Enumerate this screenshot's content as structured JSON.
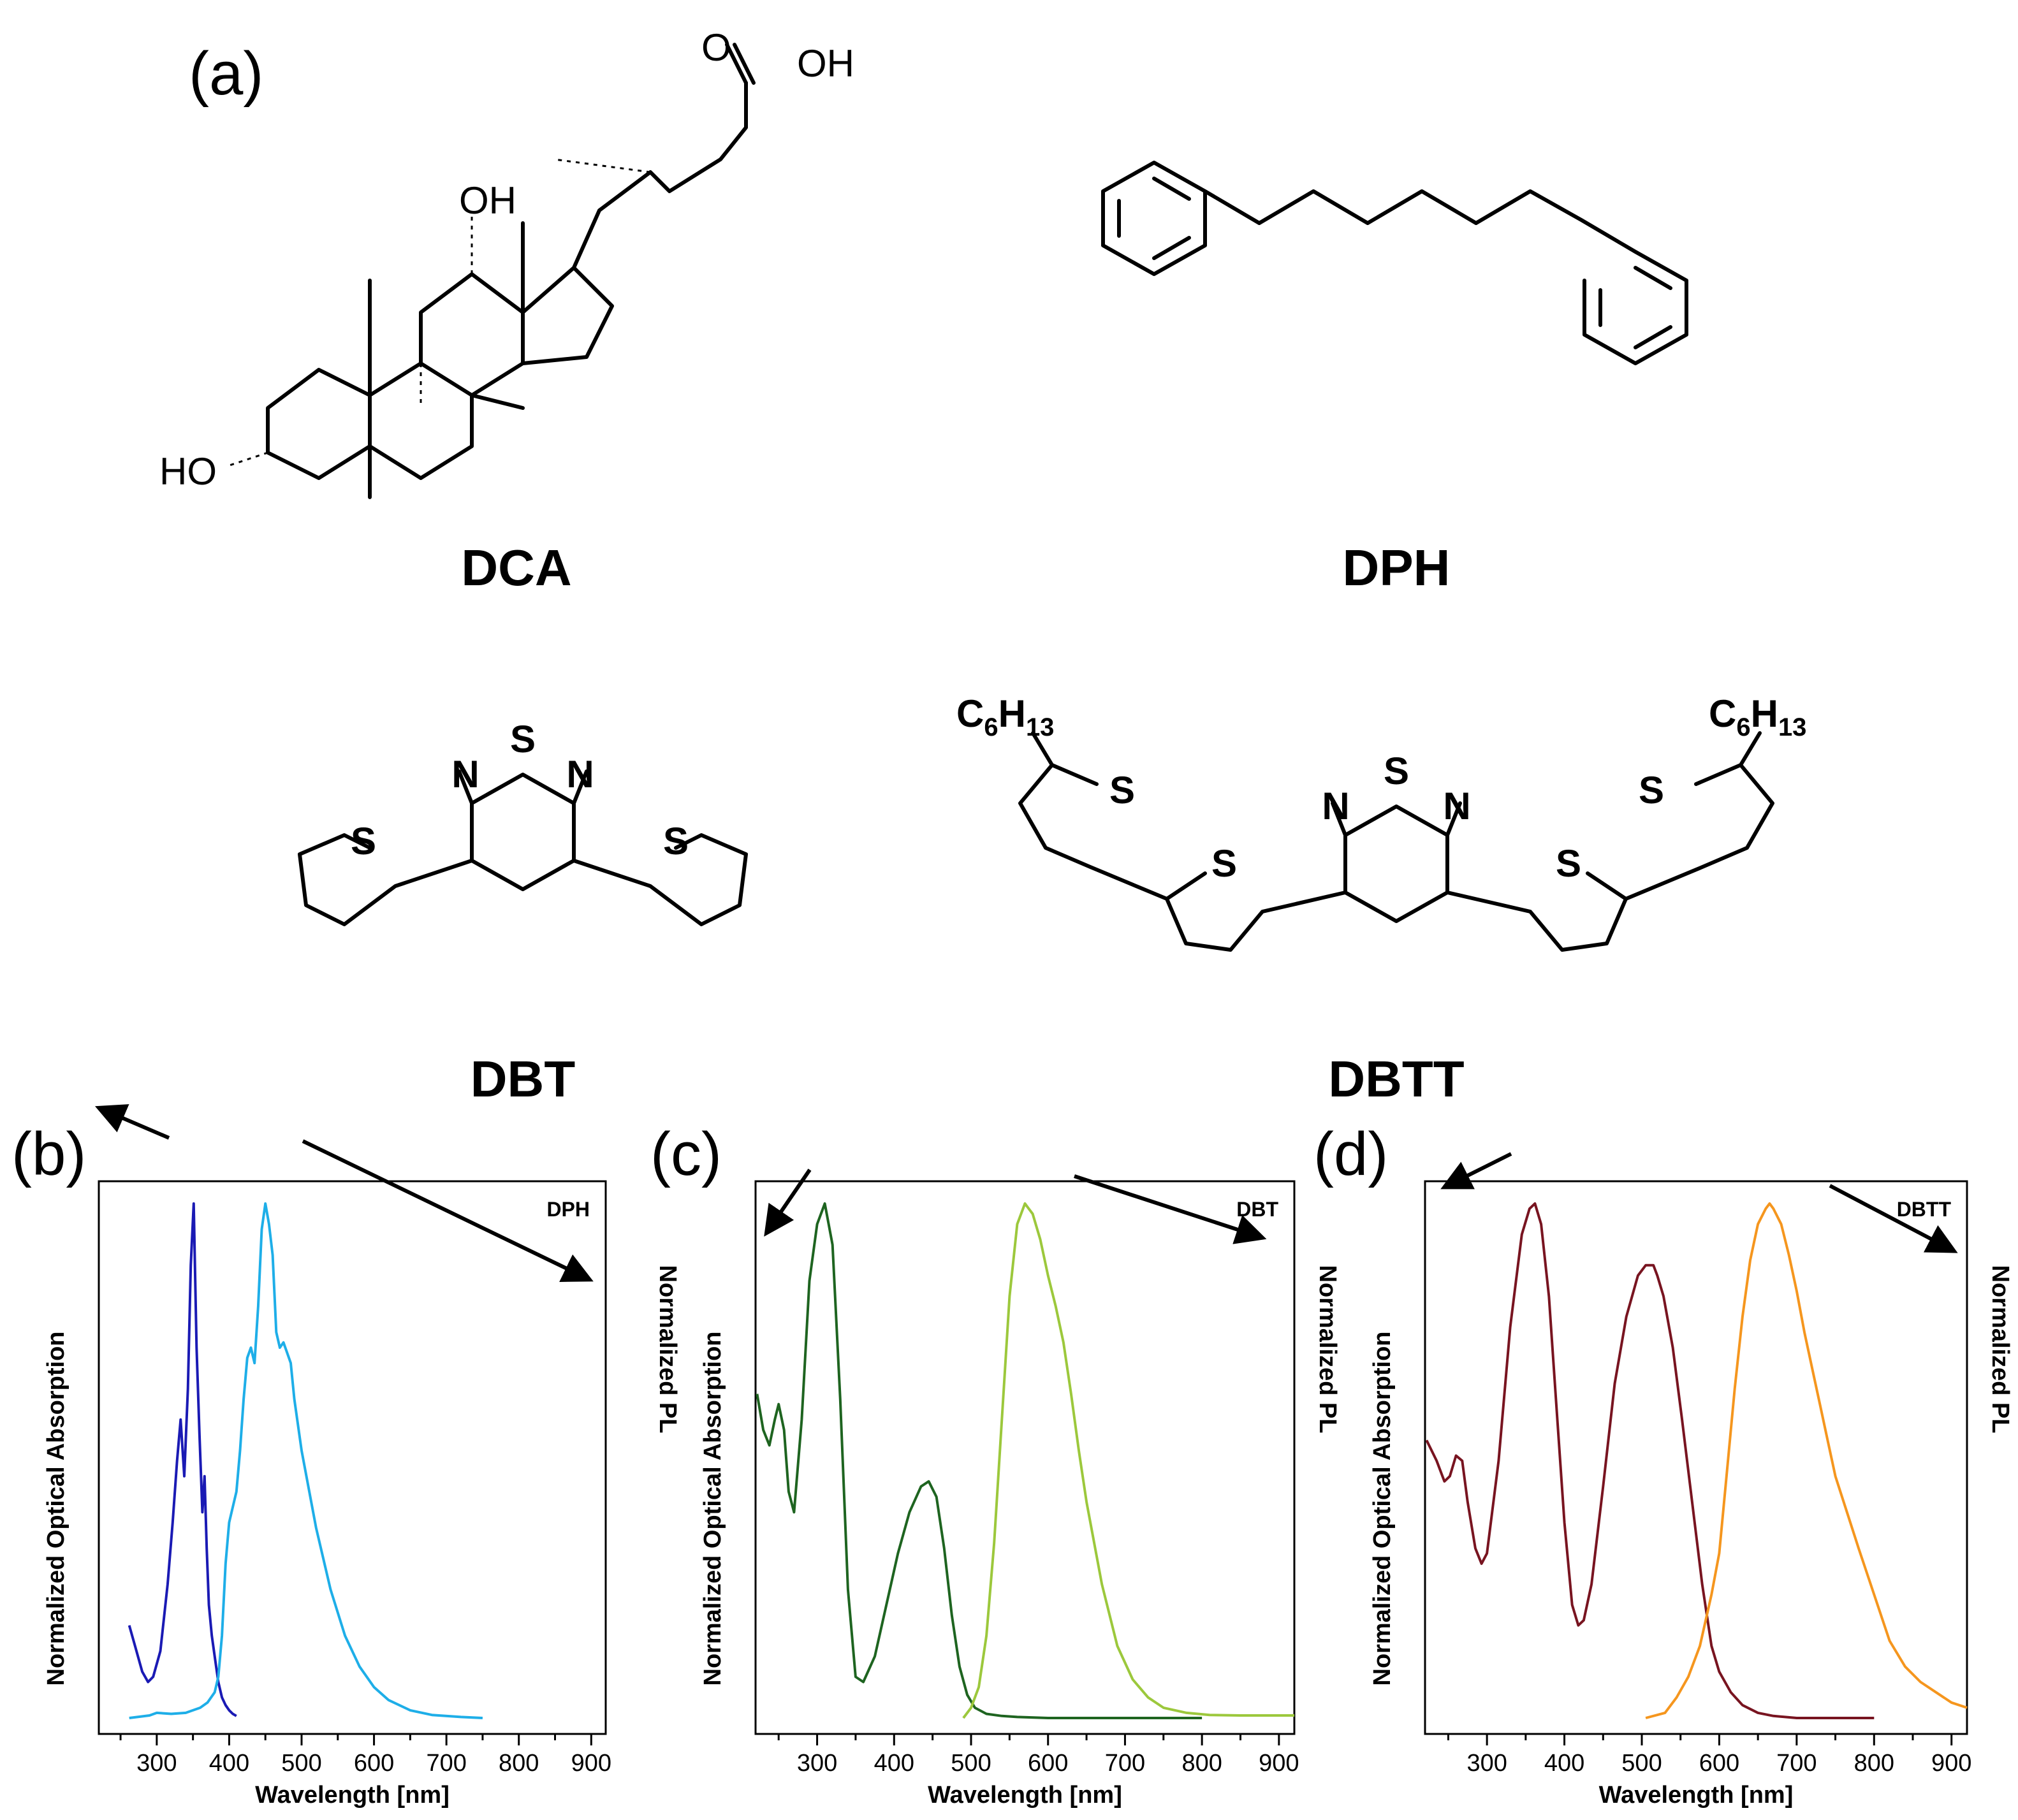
{
  "colors": {
    "dph_abs": "#1a1ab4",
    "dph_pl": "#1eaee8",
    "dbt_abs": "#1e6420",
    "dbt_pl": "#9cc83c",
    "dbtt_abs": "#781420",
    "dbtt_pl": "#f5961e"
  },
  "structures": {
    "panel_label": "(a)",
    "dca": {
      "name": "DCA",
      "oh_top": "OH",
      "oh_acid": "OH",
      "carbonyl_o": "O",
      "ho_left": "HO"
    },
    "dph": {
      "name": "DPH"
    },
    "dbt": {
      "name": "DBT",
      "s_center": "S",
      "n_left": "N",
      "n_right": "N",
      "s_left": "S",
      "s_right": "S"
    },
    "dbtt": {
      "name": "DBTT",
      "s_center": "S",
      "n_left": "N",
      "n_right": "N",
      "s1": "S",
      "s2": "S",
      "s3": "S",
      "s4": "S",
      "sub_left_c": "C",
      "sub_left_6": "6",
      "sub_left_h": "H",
      "sub_left_13": "13",
      "sub_right_c": "C",
      "sub_right_6": "6",
      "sub_right_h": "H",
      "sub_right_13": "13"
    }
  },
  "chart_data": [
    {
      "panel": "(b)",
      "type": "line",
      "label": "DPH",
      "xlabel": "Wavelength [nm]",
      "ylabel_left": "Normalized Optical Absorption",
      "ylabel_right": "Normalized PL",
      "xlim": [
        220,
        920
      ],
      "ylim": [
        0,
        1
      ],
      "xticks": [
        300,
        400,
        500,
        600,
        700,
        800,
        900
      ],
      "series": [
        {
          "role": "absorption",
          "color_key": "dph_abs",
          "x": [
            262,
            270,
            280,
            288,
            295,
            305,
            315,
            322,
            328,
            333,
            338,
            343,
            347,
            351,
            355,
            359,
            363,
            366,
            369,
            372,
            376,
            380,
            385,
            390,
            395,
            400,
            405,
            410
          ],
          "y": [
            0.18,
            0.14,
            0.09,
            0.07,
            0.08,
            0.13,
            0.26,
            0.38,
            0.5,
            0.58,
            0.47,
            0.64,
            0.88,
            1.0,
            0.72,
            0.55,
            0.4,
            0.47,
            0.33,
            0.22,
            0.16,
            0.12,
            0.07,
            0.04,
            0.025,
            0.015,
            0.008,
            0.004
          ]
        },
        {
          "role": "pl",
          "color_key": "dph_pl",
          "x": [
            262,
            290,
            300,
            320,
            340,
            360,
            370,
            380,
            385,
            390,
            395,
            400,
            405,
            410,
            415,
            420,
            425,
            430,
            435,
            440,
            445,
            450,
            455,
            460,
            465,
            470,
            475,
            480,
            485,
            490,
            500,
            520,
            540,
            560,
            580,
            600,
            620,
            650,
            680,
            720,
            750
          ],
          "y": [
            0.0,
            0.005,
            0.01,
            0.008,
            0.01,
            0.02,
            0.03,
            0.05,
            0.08,
            0.16,
            0.3,
            0.38,
            0.41,
            0.44,
            0.52,
            0.62,
            0.7,
            0.72,
            0.69,
            0.8,
            0.95,
            1.0,
            0.96,
            0.9,
            0.75,
            0.72,
            0.73,
            0.71,
            0.69,
            0.62,
            0.52,
            0.37,
            0.25,
            0.16,
            0.1,
            0.06,
            0.035,
            0.015,
            0.006,
            0.002,
            0.0
          ]
        }
      ]
    },
    {
      "panel": "(c)",
      "type": "line",
      "label": "DBT",
      "xlabel": "Wavelength [nm]",
      "ylabel_left": "Normalized Optical Absorption",
      "ylabel_right": "Normalized PL",
      "xlim": [
        220,
        920
      ],
      "ylim": [
        0,
        1
      ],
      "xticks": [
        300,
        400,
        500,
        600,
        700,
        800,
        900
      ],
      "series": [
        {
          "role": "absorption",
          "color_key": "dbt_abs",
          "x": [
            222,
            230,
            238,
            245,
            250,
            257,
            263,
            270,
            280,
            290,
            300,
            310,
            320,
            330,
            340,
            350,
            360,
            375,
            390,
            405,
            420,
            435,
            445,
            455,
            465,
            475,
            485,
            495,
            505,
            520,
            540,
            560,
            600,
            700,
            800
          ],
          "y": [
            0.63,
            0.56,
            0.53,
            0.58,
            0.61,
            0.56,
            0.44,
            0.4,
            0.58,
            0.85,
            0.96,
            1.0,
            0.92,
            0.62,
            0.25,
            0.08,
            0.07,
            0.12,
            0.22,
            0.32,
            0.4,
            0.45,
            0.46,
            0.43,
            0.33,
            0.2,
            0.1,
            0.045,
            0.02,
            0.008,
            0.004,
            0.002,
            0.0,
            0.0,
            0.0
          ]
        },
        {
          "role": "pl",
          "color_key": "dbt_pl",
          "x": [
            490,
            500,
            510,
            520,
            530,
            540,
            550,
            560,
            570,
            575,
            580,
            590,
            600,
            610,
            620,
            630,
            640,
            650,
            670,
            690,
            710,
            730,
            750,
            780,
            810,
            850,
            900,
            920
          ],
          "y": [
            0.0,
            0.02,
            0.06,
            0.16,
            0.34,
            0.58,
            0.82,
            0.96,
            1.0,
            0.99,
            0.98,
            0.93,
            0.86,
            0.8,
            0.73,
            0.63,
            0.52,
            0.42,
            0.26,
            0.14,
            0.075,
            0.04,
            0.02,
            0.01,
            0.006,
            0.005,
            0.005,
            0.005
          ]
        }
      ]
    },
    {
      "panel": "(d)",
      "type": "line",
      "label": "DBTT",
      "xlabel": "Wavelength [nm]",
      "ylabel_left": "Normalized Optical Absorption",
      "ylabel_right": "Normalized PL",
      "xlim": [
        220,
        920
      ],
      "ylim": [
        0,
        1
      ],
      "xticks": [
        300,
        400,
        500,
        600,
        700,
        800,
        900
      ],
      "series": [
        {
          "role": "absorption",
          "color_key": "dbtt_abs",
          "x": [
            222,
            235,
            245,
            252,
            260,
            268,
            275,
            285,
            293,
            300,
            315,
            330,
            345,
            355,
            362,
            370,
            380,
            390,
            400,
            410,
            418,
            425,
            435,
            450,
            465,
            480,
            495,
            505,
            515,
            520,
            528,
            540,
            552,
            565,
            578,
            590,
            600,
            615,
            630,
            650,
            670,
            700,
            750,
            800
          ],
          "y": [
            0.54,
            0.5,
            0.46,
            0.47,
            0.51,
            0.5,
            0.42,
            0.33,
            0.3,
            0.32,
            0.5,
            0.76,
            0.94,
            0.99,
            1.0,
            0.96,
            0.82,
            0.6,
            0.38,
            0.22,
            0.18,
            0.19,
            0.26,
            0.45,
            0.65,
            0.78,
            0.86,
            0.88,
            0.88,
            0.86,
            0.82,
            0.72,
            0.58,
            0.42,
            0.26,
            0.14,
            0.09,
            0.05,
            0.025,
            0.01,
            0.004,
            0.0,
            0.0,
            0.0
          ]
        },
        {
          "role": "pl",
          "color_key": "dbtt_pl",
          "x": [
            505,
            530,
            545,
            560,
            575,
            590,
            600,
            610,
            620,
            630,
            640,
            650,
            660,
            665,
            670,
            680,
            690,
            700,
            710,
            720,
            730,
            740,
            750,
            765,
            780,
            800,
            820,
            840,
            860,
            880,
            900,
            920
          ],
          "y": [
            0.0,
            0.01,
            0.04,
            0.08,
            0.14,
            0.24,
            0.32,
            0.48,
            0.64,
            0.78,
            0.89,
            0.96,
            0.99,
            1.0,
            0.99,
            0.96,
            0.9,
            0.83,
            0.75,
            0.68,
            0.61,
            0.54,
            0.47,
            0.4,
            0.33,
            0.24,
            0.15,
            0.1,
            0.07,
            0.05,
            0.03,
            0.02
          ]
        }
      ]
    }
  ]
}
